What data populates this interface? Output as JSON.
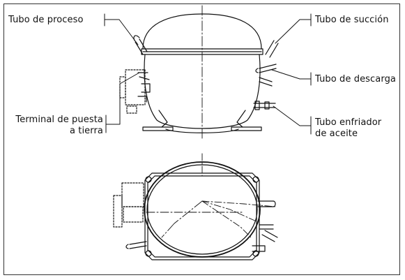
{
  "labels": {
    "tubo_proceso": "Tubo de proceso",
    "tubo_succion": "Tubo de succión",
    "tubo_descarga": "Tubo de descarga",
    "terminal_line1": "Terminal de puesta",
    "terminal_line2": "a tierra",
    "tubo_enfriador_line1": "Tubo enfriador",
    "tubo_enfriador_line2": "de aceite"
  },
  "colors": {
    "line": "#111111",
    "background": "#ffffff",
    "frame": "#333333"
  }
}
